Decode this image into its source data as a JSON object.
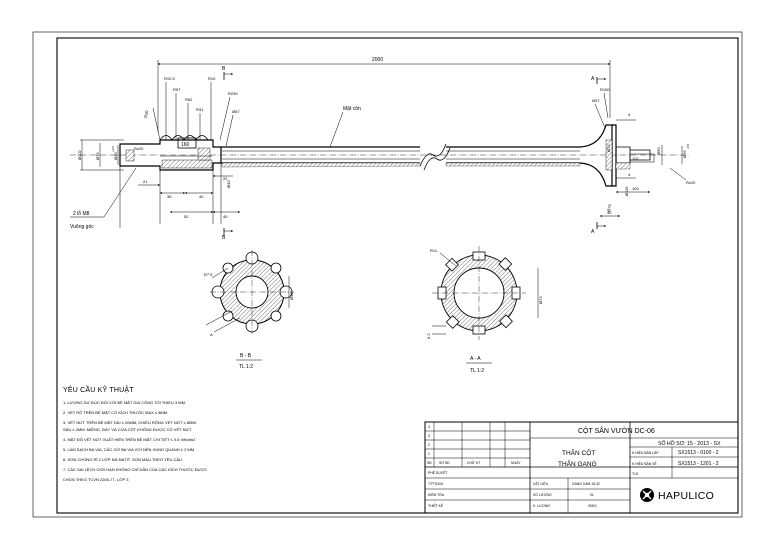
{
  "dimensions": {
    "total_length": "2000",
    "r10_5": "R10.5",
    "r57": "R57",
    "r52": "R52",
    "r31": "R31",
    "r10": "R10",
    "r230": "R230",
    "r20": "R20",
    "rz20_left": "Rz20",
    "d67": "Ø67",
    "d102": "Ø102",
    "d79": "Ø79",
    "d40": "Ø40",
    "d40_tol": "+0.5",
    "d160": "160",
    "d43_base": "Ø43",
    "d43": "Ø43",
    "x21": "21",
    "x35": "35",
    "x40a": "40",
    "x20": "20",
    "x52": "52",
    "x40b": "40",
    "r100": "R100",
    "d97": "Ø97",
    "d72": "Ø72",
    "d90": "Ø90",
    "d76": "Ø76",
    "d76_tol": "-0.5",
    "x4a": "4",
    "x4b": "4",
    "x110": "110",
    "x100": "100",
    "x40c": "40",
    "d119": "Ø119",
    "d74": "Ø74",
    "rz20_right": "Rz20",
    "r7_5": "R7.5",
    "dim_a": "A",
    "dim_6_2": "6.2",
    "r11": "R11",
    "d73": "Ø73"
  },
  "labels": {
    "holes_line1": "2 lỗ M8",
    "holes_line2": "Vuông góc",
    "cone": "Mặt côn",
    "section_a": "A",
    "section_b": "B",
    "section_bb": "B - B",
    "scale_bb": "TL 1:2",
    "section_aa": "A - A",
    "scale_aa": "TL 1:2"
  },
  "requirements": {
    "title": "YÊU CẦU KỸ THUẬT",
    "items": [
      "1. LƯỢNG DƯ ĐÚC ĐỐI VỚI BỀ MẶT GIA CÔNG TỐI THIỂU 3 MM.",
      "2. VẾT RỖ TRÊN BỀ MẶT CÓ KÍCH THƯỚC MAX ≤ 8MM.",
      "3. VẾT NỨT TRÊN BỀ MẶT DÀI ≤ 20MM, CHIỀU RỘNG VẾT NỨT ≤ 8MM.",
      "   SÂU ≤ 2MM. MIỆNG, ĐÁY VÀ CỬA CỘT KHÔNG ĐƯỢC CÓ VẾT NỨT.",
      "4. MẬT ĐỘ VẾT NỨT XUẤT HIỆN TRÊN BỀ MẶT CHI TIẾT ≤ 0.5 Vết/dm2",
      "5. LÀM SẠCH BA VIA, CÁC GỜ BA VIA VỚI NỀN XUNG QUANH ≤ 2 MM",
      "6. SƠN CHỐNG RỈ 2 LỚP, BẢ MATIT. SƠN MÀU THEO YÊU CẦU",
      "7. CÁC SAI LỆCH GIỚI HẠN KHÔNG CHỈ DẪN CỦA CÁC KÍCH THƯỚC ĐƯỢC",
      "   CHỌN THEO TCVN 2245-77, LỚP 3"
    ]
  },
  "title_block": {
    "rev_rows": [
      "4",
      "3",
      "2",
      "1"
    ],
    "rev_head": {
      "c1": "SĐ",
      "c2": "SỐ SĐ",
      "c3": "CHỮ KÝ",
      "c4": "NGÀY"
    },
    "roles": [
      "PHÊ DUYỆT",
      "T.PTSXNI",
      "KIỂM TRA",
      "THIẾT KẾ"
    ],
    "project": "CỘT SÂN VƯỜN DC-06",
    "part_name_1": "THÂN CỘT",
    "part_name_2": "THÂN GANG",
    "file_no": "SỐ HỒ SƠ: 15 - 2013 - SX",
    "assembly_label": "K.HIỆU BẢN LẮP",
    "assembly_value": "SX1513 - 0100 - 2",
    "drawing_label": "K.HIỆU BẢN VẼ",
    "drawing_value": "SX1513 - 1201 - 2",
    "material_label": "VẬT LIỆU",
    "material_value": "GANG XÁM 15-32",
    "qty_label": "SỐ LƯỢNG",
    "qty_value": "01",
    "weight_label": "K. LƯỢNG",
    "weight_value": "30KG",
    "scale_label": "TLE",
    "company": "HAPULICO"
  }
}
